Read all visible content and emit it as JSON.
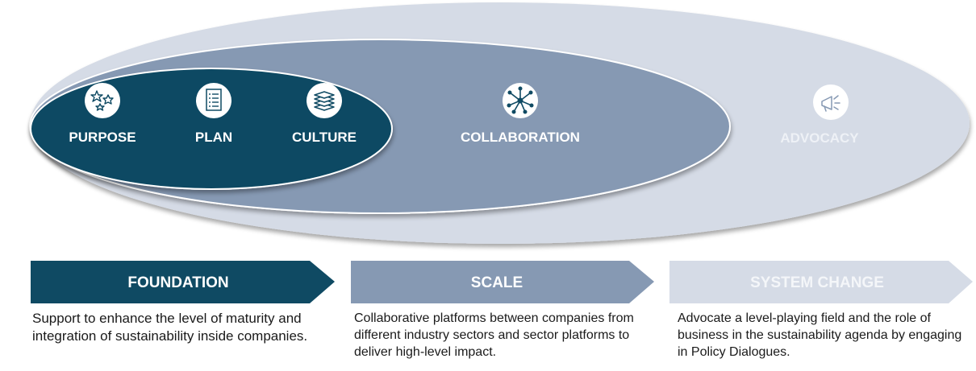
{
  "stages": {
    "purpose": {
      "label": "PURPOSE",
      "icon": "stars-icon"
    },
    "plan": {
      "label": "PLAN",
      "icon": "checklist-icon"
    },
    "culture": {
      "label": "CULTURE",
      "icon": "stack-icon"
    },
    "collaboration": {
      "label": "COLLABORATION",
      "icon": "network-icon"
    },
    "advocacy": {
      "label": "ADVOCACY",
      "icon": "megaphone-icon"
    }
  },
  "phases": [
    {
      "title": "FOUNDATION",
      "description": "Support to enhance the level of maturity and integration of sustainability inside companies."
    },
    {
      "title": "SCALE",
      "description": "Collaborative platforms between companies from different industry sectors and sector platforms to deliver high-level impact."
    },
    {
      "title": "SYSTEM CHANGE",
      "description": "Advocate a level-playing field and the role of business in the sustainability agenda by engaging in Policy Dialogues."
    }
  ],
  "colors": {
    "dark": "#0f4a63",
    "mid": "#8699b3",
    "light": "#d5dbe6",
    "text_dark": "#1a1a1a"
  }
}
